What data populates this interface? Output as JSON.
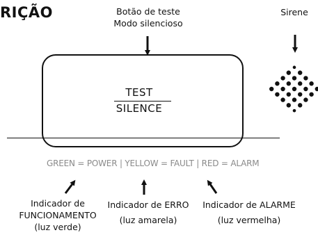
{
  "heading": "RIÇÃO",
  "labels": {
    "test_button_line1": "Botão de teste",
    "test_button_line2": "Modo silencioso",
    "siren": "Sirene",
    "power_line1": "Indicador de",
    "power_line2": "FUNCIONAMENTO",
    "power_line3": "(luz verde)",
    "fault_line1": "Indicador de ERRO",
    "fault_line2": "(luz amarela)",
    "alarm_line1": "Indicador de ALARME",
    "alarm_line2": "(luz vermelha)"
  },
  "device": {
    "button_top": "TEST",
    "button_bottom": "SILENCE",
    "legend": "GREEN = POWER | YELLOW = FAULT | RED = ALARM"
  },
  "colors": {
    "line": "#111111",
    "legend_text": "#8a8a8a"
  }
}
